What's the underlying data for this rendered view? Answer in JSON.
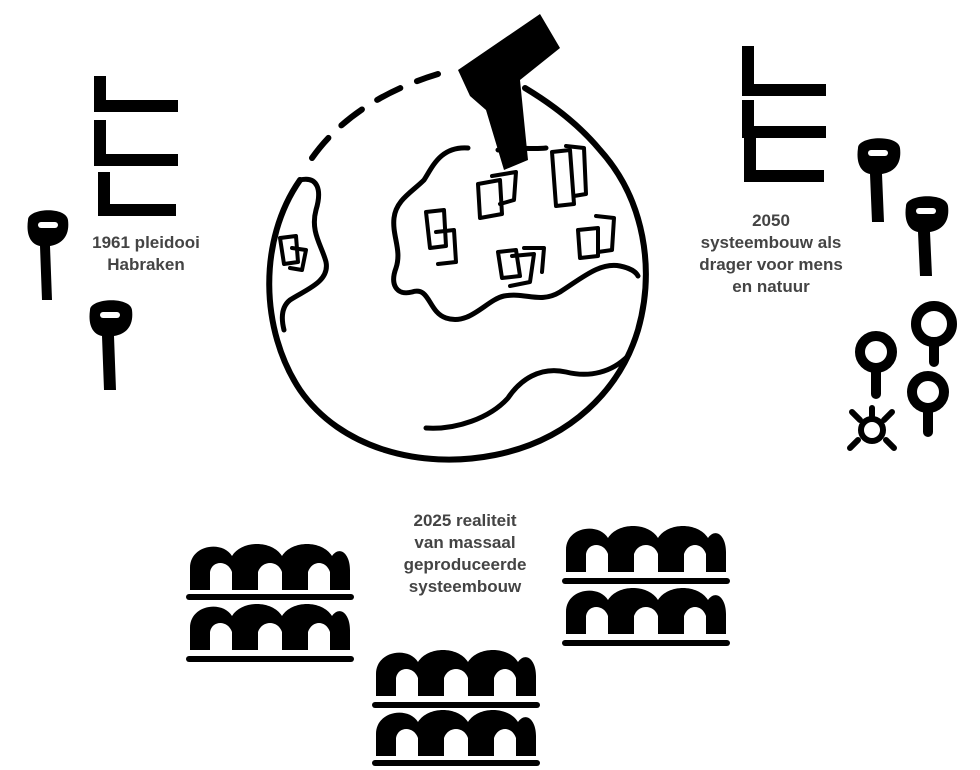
{
  "labels": {
    "past": [
      "1961 pleidooi",
      "Habraken"
    ],
    "future": [
      "2050",
      "systeembouw als",
      "drager voor mens",
      "en natuur"
    ],
    "present": [
      "2025 realiteit",
      "van massaal",
      "geproduceerde",
      "systeembouw"
    ]
  },
  "colors": {
    "ink": "#000000",
    "text": "#444444",
    "background": "#ffffff"
  },
  "icons": [
    "globe-icon",
    "building-frame-icon",
    "tree-icon",
    "arch-building-icon",
    "bug-icon"
  ]
}
